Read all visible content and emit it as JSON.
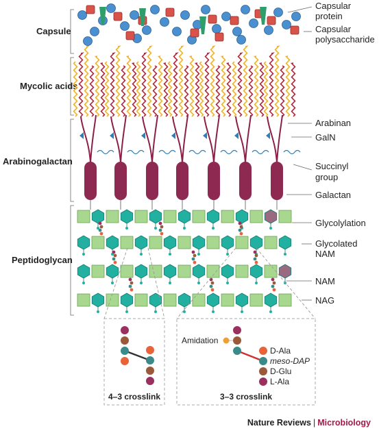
{
  "sections": {
    "capsule": "Capsule",
    "mycolic": "Mycolic acids",
    "arabinogalactan": "Arabinogalactan",
    "peptidoglycan": "Peptidoglycan"
  },
  "callouts": {
    "capsular_protein": [
      "Capsular",
      "protein"
    ],
    "capsular_polysaccharide": [
      "Capsular",
      "polysaccharide"
    ],
    "arabinan": "Arabinan",
    "galn": "GalN",
    "succinyl": [
      "Succinyl",
      "group"
    ],
    "galactan": "Galactan",
    "glycolylation": "Glycolylation",
    "glycolated_nam": [
      "Glycolated",
      "NAM"
    ],
    "nam": "NAM",
    "nag": "NAG"
  },
  "crosslinks": {
    "left_title": "4–3 crosslink",
    "right_title": "3–3 crosslink",
    "amidation": "Amidation",
    "residues": [
      "D-Ala",
      "meso-DAP",
      "D-Glu",
      "L-Ala"
    ]
  },
  "footer": {
    "publisher": "Nature Reviews",
    "separator": "|",
    "journal": "Microbiology"
  },
  "colors": {
    "protein": "#4a8fcf",
    "polysaccharide": "#d9534a",
    "mycolic_red": "#b02038",
    "mycolic_yellow": "#f0b020",
    "arabinan": "#8a2048",
    "galactan": "#8e2a52",
    "nag_green": "#a8d890",
    "nam_teal": "#22b0a0",
    "nam_mauve": "#9a6a80",
    "galn_blue": "#2f80b8",
    "amino_orange": "#e8623a",
    "amino_brown": "#9a5a3a",
    "amino_teal": "#3a8a8a",
    "amino_purple": "#9a3060",
    "amidation": "#f0a030",
    "brand": "#a01c48"
  }
}
